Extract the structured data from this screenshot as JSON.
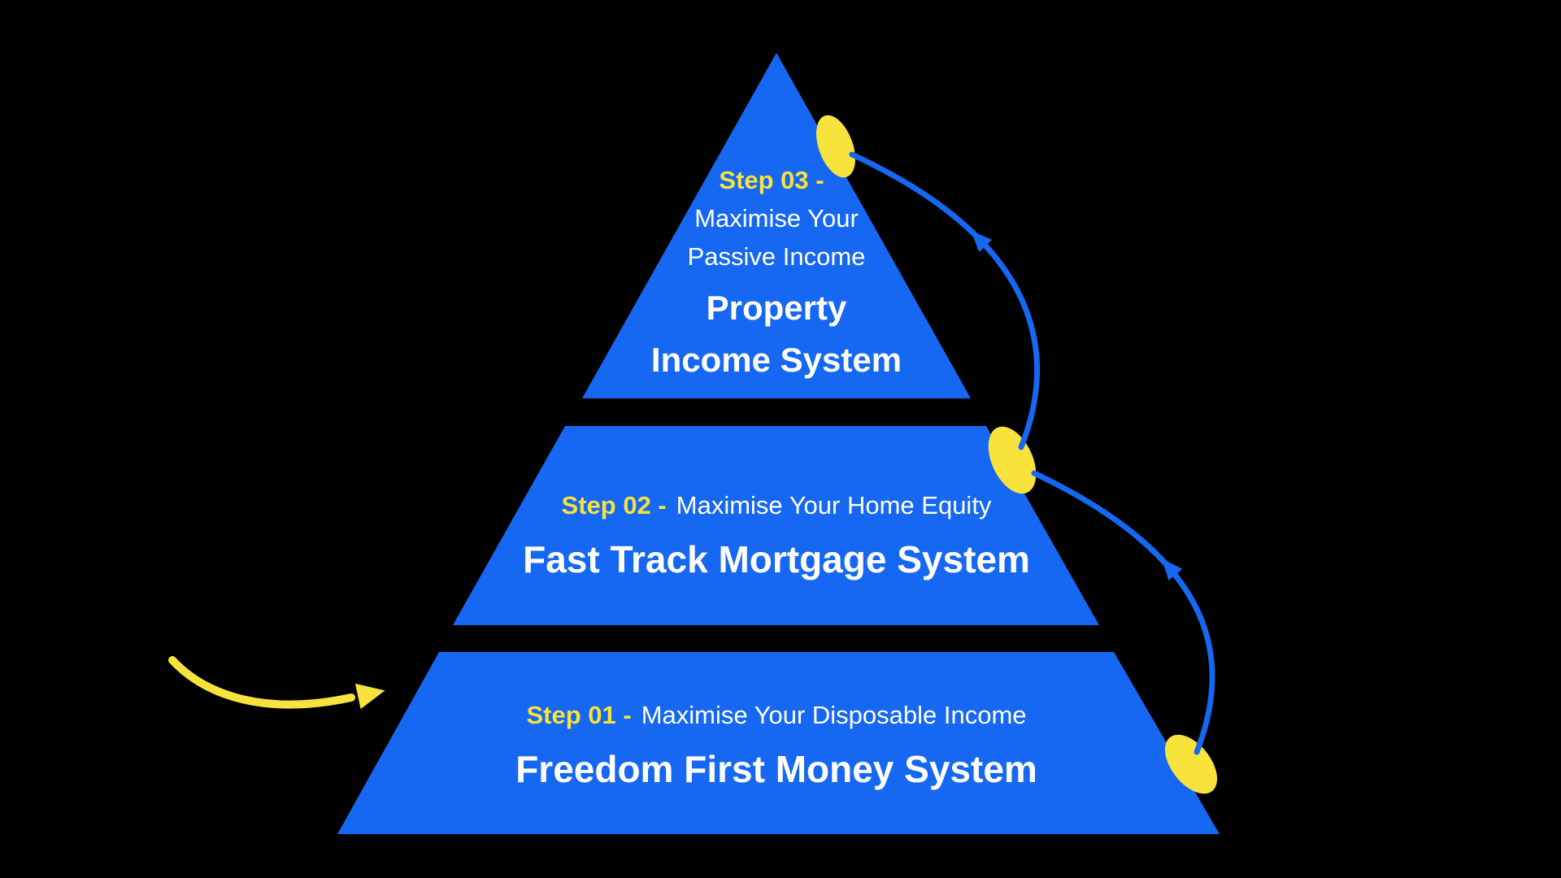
{
  "colors": {
    "background": "#000000",
    "tier_blue": "#1667F1",
    "accent_yellow": "#F7E33C",
    "text_white": "#FFFFFF",
    "arrow_blue": "#1667F1"
  },
  "pyramid": {
    "step1": {
      "label": "Step 01 -",
      "description": "Maximise Your Disposable Income",
      "title": "Freedom First Money System"
    },
    "step2": {
      "label": "Step 02 -",
      "description": "Maximise Your Home Equity",
      "title": "Fast Track Mortgage System"
    },
    "step3": {
      "label": "Step 03 -",
      "description_line1": "Maximise Your",
      "description_line2": "Passive Income",
      "title_line1": "Property",
      "title_line2": "Income System"
    }
  },
  "icons": {
    "highlight_dots": "yellow-highlight-ellipse",
    "flow_arrows": "curved-flow-arrow"
  }
}
